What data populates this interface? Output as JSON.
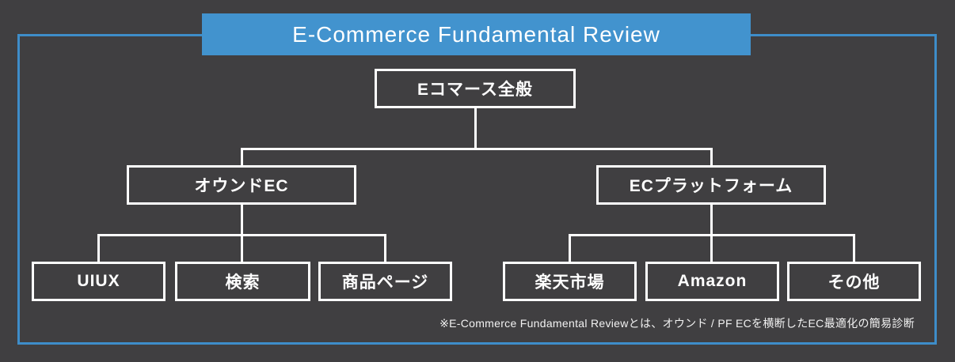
{
  "title": "E-Commerce Fundamental Review",
  "colors": {
    "background": "#403F41",
    "banner_blue": "#4293CE",
    "frame_border_blue": "#3E8DC9",
    "node_border": "#FFFFFF",
    "text": "#FFFFFF",
    "connector": "#FFFFFF"
  },
  "diagram": {
    "root": {
      "label": "Eコマース全般",
      "children": [
        {
          "label": "オウンドEC",
          "children": [
            {
              "label": "UIUX"
            },
            {
              "label": "検索"
            },
            {
              "label": "商品ページ"
            }
          ]
        },
        {
          "label": "ECプラットフォーム",
          "children": [
            {
              "label": "楽天市場"
            },
            {
              "label": "Amazon"
            },
            {
              "label": "その他"
            }
          ]
        }
      ]
    }
  },
  "footnote": "※E-Commerce Fundamental Reviewとは、オウンド / PF ECを横断したEC最適化の簡易診断"
}
